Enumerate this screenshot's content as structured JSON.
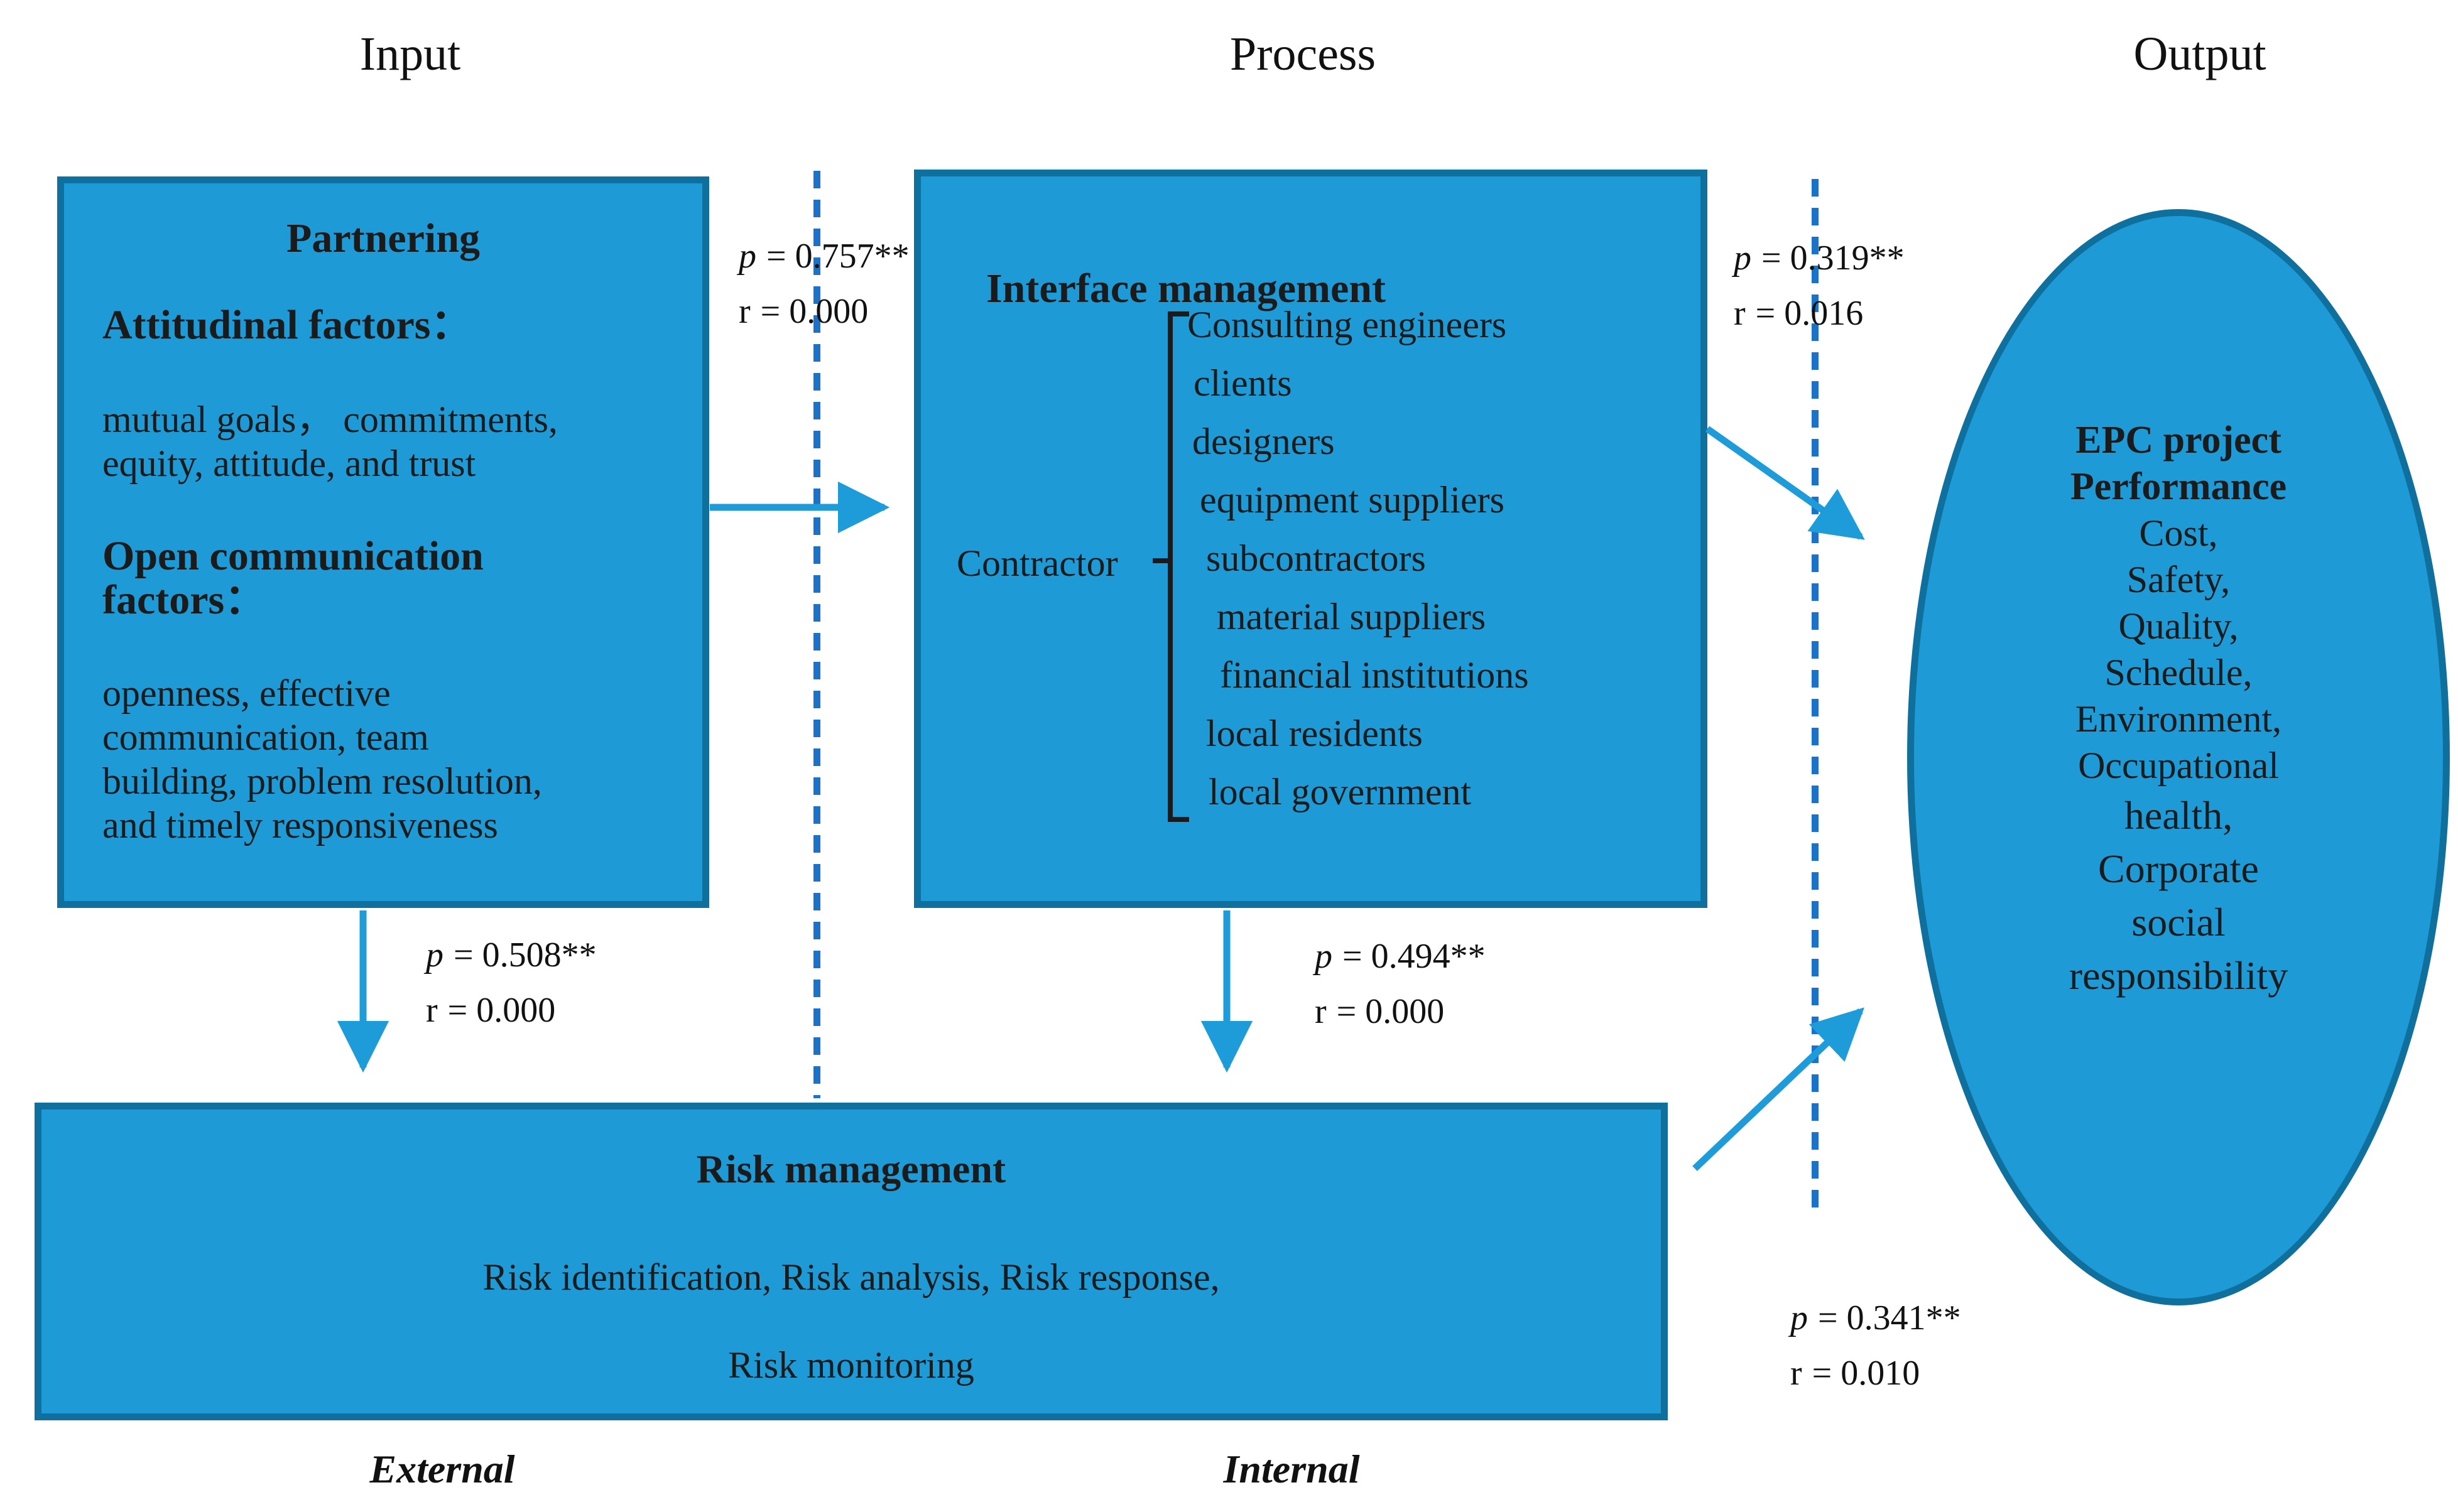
{
  "lanes": {
    "input": "Input",
    "process": "Process",
    "output": "Output"
  },
  "partnering": {
    "title": "Partnering",
    "attitudinal_heading": "Attitudinal factors：",
    "attitudinal_line1": "mutual goals，  commitments,",
    "attitudinal_line2": "equity, attitude, and trust",
    "open_heading_line1": "Open communication",
    "open_heading_line2": "factors：",
    "open_line1": "openness, effective",
    "open_line2": "communication, team",
    "open_line3": "building, problem resolution,",
    "open_line4": "and timely responsiveness"
  },
  "interface": {
    "title": "Interface management",
    "contractor_label": "Contractor",
    "stakeholders": [
      "Consulting engineers",
      "clients",
      "designers",
      "equipment suppliers",
      "subcontractors",
      "material suppliers",
      "financial institutions",
      "local residents",
      "local government"
    ]
  },
  "risk": {
    "title": "Risk management",
    "line1": "Risk identification, Risk analysis, Risk response,",
    "line2": "Risk monitoring",
    "external_label": "External",
    "internal_label": "Internal"
  },
  "performance": {
    "title_line1": "EPC project",
    "title_line2": "Performance",
    "items": [
      "Cost,",
      "Safety,",
      "Quality,",
      "Schedule,",
      "Environment,",
      "Occupational"
    ],
    "items_large": [
      "health,",
      "Corporate",
      "social",
      "responsibility"
    ]
  },
  "stats": {
    "partnering_interface": {
      "p_var": "p",
      "p_val": "= 0.757**",
      "r_var": "r",
      "r_val": "= 0.000"
    },
    "interface_performance": {
      "p_var": "p",
      "p_val": "= 0.319**",
      "r_var": "r",
      "r_val": "= 0.016"
    },
    "partnering_risk": {
      "p_var": "p",
      "p_val": "= 0.508**",
      "r_var": "r",
      "r_val": "= 0.000"
    },
    "interface_risk": {
      "p_var": "p",
      "p_val": "= 0.494**",
      "r_var": "r",
      "r_val": "= 0.000"
    },
    "risk_performance": {
      "p_var": "p",
      "p_val": "= 0.341**",
      "r_var": "r",
      "r_val": "= 0.010"
    }
  },
  "colors": {
    "shape_fill": "#1e9ad6",
    "shape_border": "#0f6f9d",
    "dashed_divider": "#1c72c7",
    "arrow": "#1e9cd9",
    "text": "#1b1b1b"
  }
}
